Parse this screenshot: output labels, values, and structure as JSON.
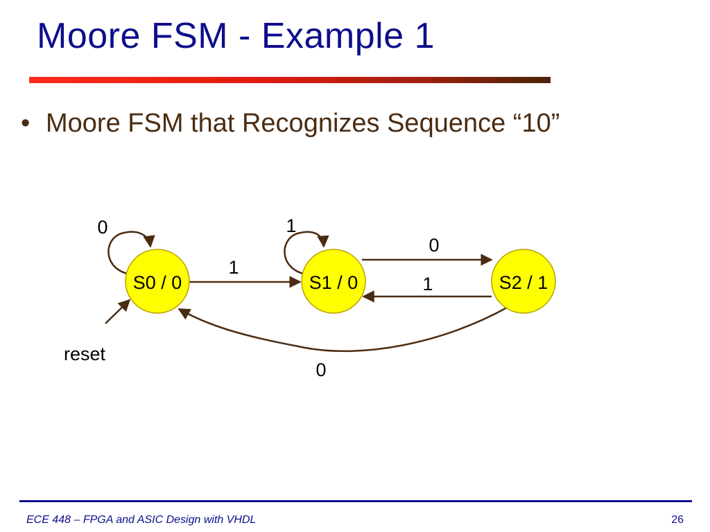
{
  "slide": {
    "title": "Moore FSM - Example 1",
    "bullet": "Moore FSM that Recognizes Sequence “10”",
    "footer_course": "ECE 448 – FPGA and ASIC Design with VHDL",
    "page_number": "26"
  },
  "diagram": {
    "states": [
      {
        "label": "S0 / 0"
      },
      {
        "label": "S1 / 0"
      },
      {
        "label": "S2 / 1"
      }
    ],
    "transitions": [
      {
        "from": "S0 / 0",
        "to": "S0 / 0",
        "label": "0"
      },
      {
        "from": "S0 / 0",
        "to": "S1 / 0",
        "label": "1"
      },
      {
        "from": "S1 / 0",
        "to": "S1 / 0",
        "label": "1"
      },
      {
        "from": "S1 / 0",
        "to": "S2 / 1",
        "label": "0"
      },
      {
        "from": "S2 / 1",
        "to": "S1 / 0",
        "label": "1"
      },
      {
        "from": "S2 / 1",
        "to": "S0 / 0",
        "label": "0"
      }
    ],
    "reset_label": "reset",
    "colors": {
      "state_fill": "#ffff00",
      "state_stroke": "#b8a000",
      "edge": "#4a2c12"
    }
  }
}
